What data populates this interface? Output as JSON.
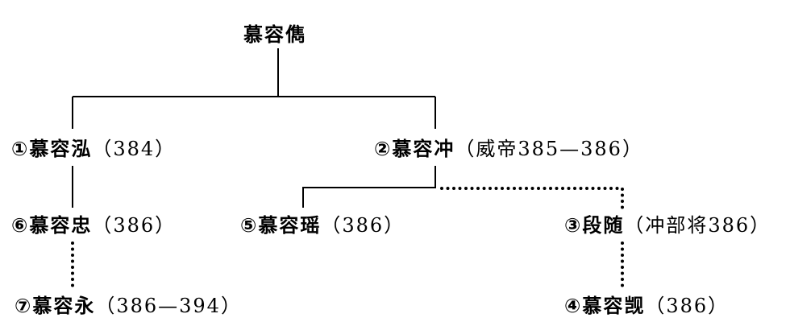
{
  "root": {
    "name": "慕容儁"
  },
  "nodes": [
    {
      "num": "①",
      "name": "慕容泓",
      "note": "（384）"
    },
    {
      "num": "②",
      "name": "慕容冲",
      "note": "（威帝385—386）"
    },
    {
      "num": "③",
      "name": "段随",
      "note": "（冲部将386）"
    },
    {
      "num": "④",
      "name": "慕容觊",
      "note": "（386）"
    },
    {
      "num": "⑤",
      "name": "慕容瑶",
      "note": "（386）"
    },
    {
      "num": "⑥",
      "name": "慕容忠",
      "note": "（386）"
    },
    {
      "num": "⑦",
      "name": "慕容永",
      "note": "（386—394）"
    }
  ]
}
